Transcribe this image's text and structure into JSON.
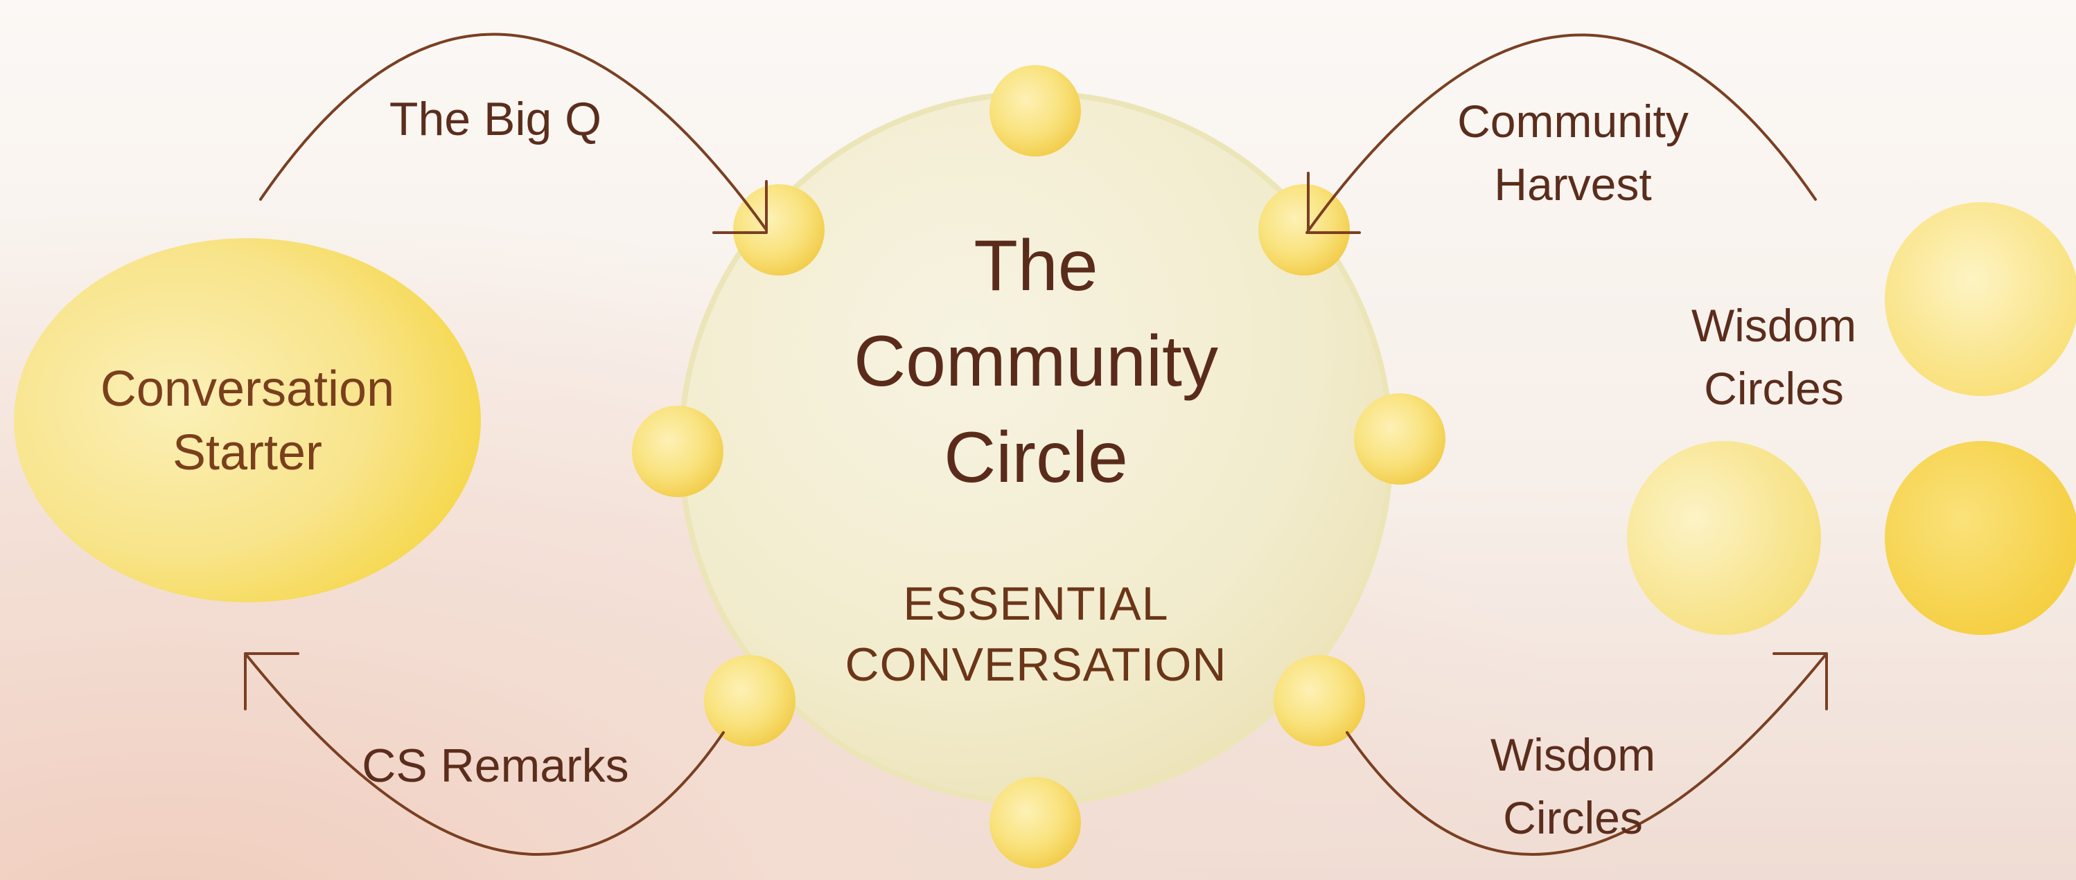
{
  "diagram": {
    "center": {
      "title_lines": [
        "The",
        "Community",
        "Circle"
      ],
      "subtitle_lines": [
        "ESSENTIAL",
        "CONVERSATION"
      ]
    },
    "starter": {
      "lines": [
        "Conversation",
        "Starter"
      ]
    },
    "wisdom_circles": {
      "lines": [
        "Wisdom",
        "Circles"
      ]
    },
    "arrows": {
      "big_q": "The Big Q",
      "cs_remarks": "CS Remarks",
      "community_harvest": [
        "Community",
        "Harvest"
      ],
      "wisdom_circles": [
        "Wisdom",
        "Circles"
      ]
    },
    "colors": {
      "text": "#5b2d1c",
      "arrow": "#7a3f22",
      "gold": "#f5d34a",
      "pale_gold": "#fbeea8",
      "circle_fill": "#f5f0d6"
    }
  }
}
